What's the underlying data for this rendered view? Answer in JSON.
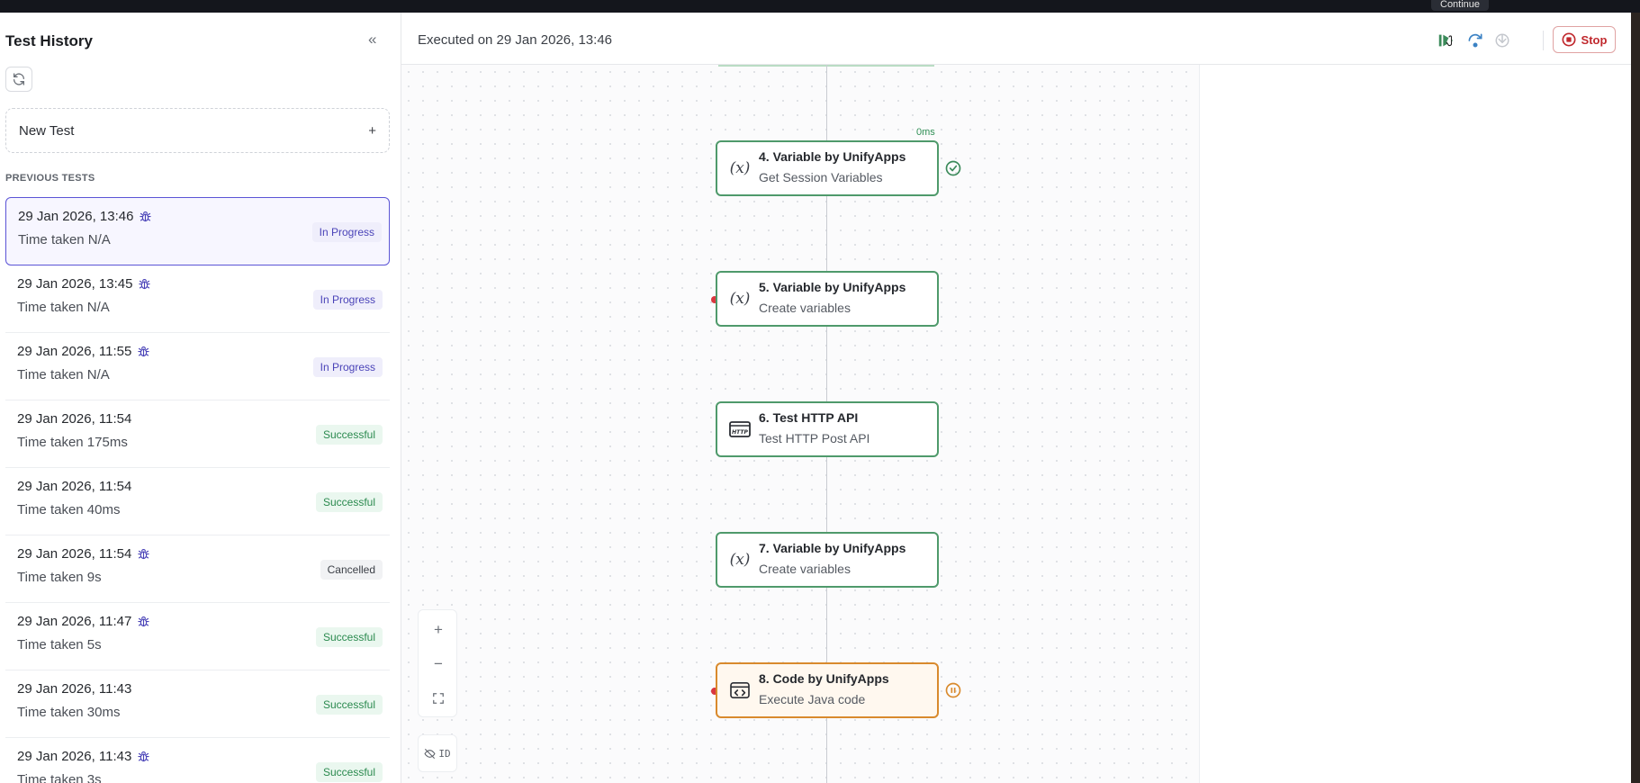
{
  "tooltip": {
    "text": "Continue"
  },
  "sidebar": {
    "title": "Test History",
    "collapse_icon": "chevron-double-left-icon",
    "new_test_label": "New Test",
    "new_test_plus": "+",
    "previous_label": "PREVIOUS TESTS",
    "tests": [
      {
        "date": "29 Jan 2026, 13:46",
        "time": "Time taken N/A",
        "status": "In Progress",
        "debug": true,
        "selected": true
      },
      {
        "date": "29 Jan 2026, 13:45",
        "time": "Time taken N/A",
        "status": "In Progress",
        "debug": true
      },
      {
        "date": "29 Jan 2026, 11:55",
        "time": "Time taken N/A",
        "status": "In Progress",
        "debug": true
      },
      {
        "date": "29 Jan 2026, 11:54",
        "time": "Time taken 175ms",
        "status": "Successful",
        "debug": false
      },
      {
        "date": "29 Jan 2026, 11:54",
        "time": "Time taken 40ms",
        "status": "Successful",
        "debug": false
      },
      {
        "date": "29 Jan 2026, 11:54",
        "time": "Time taken 9s",
        "status": "Cancelled",
        "debug": true
      },
      {
        "date": "29 Jan 2026, 11:47",
        "time": "Time taken 5s",
        "status": "Successful",
        "debug": true
      },
      {
        "date": "29 Jan 2026, 11:43",
        "time": "Time taken 30ms",
        "status": "Successful",
        "debug": false
      },
      {
        "date": "29 Jan 2026, 11:43",
        "time": "Time taken 3s",
        "status": "Successful",
        "debug": true
      }
    ]
  },
  "header": {
    "executed": "Executed on 29 Jan 2026, 13:46",
    "stop_label": "Stop"
  },
  "canvas": {
    "nodes": [
      {
        "title": "4. Variable by UnifyApps",
        "subtitle": "Get Session Variables",
        "icon": "variable-icon",
        "duration": "0ms",
        "status": "success"
      },
      {
        "title": "5. Variable by UnifyApps",
        "subtitle": "Create variables",
        "icon": "variable-icon",
        "breakpoint": true
      },
      {
        "title": "6. Test HTTP API",
        "subtitle": "Test HTTP Post API",
        "icon": "http-icon"
      },
      {
        "title": "7. Variable by UnifyApps",
        "subtitle": "Create variables",
        "icon": "variable-icon"
      },
      {
        "title": "8. Code by UnifyApps",
        "subtitle": "Execute Java code",
        "icon": "code-icon",
        "breakpoint": true,
        "status": "paused"
      }
    ],
    "zoom": {
      "in": "+",
      "out": "−"
    },
    "id_toggle_label": "ID"
  },
  "colors": {
    "success": "#4f9a6b",
    "active": "#d98a2d",
    "accent": "#5b54d6",
    "danger": "#c0282d"
  }
}
